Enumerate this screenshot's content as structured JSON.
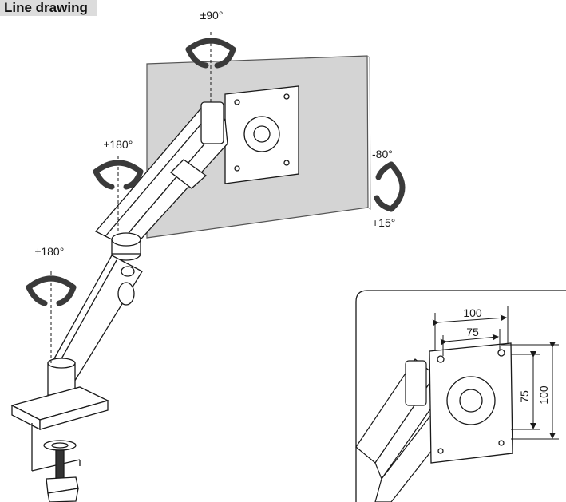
{
  "header": {
    "title": "Line drawing"
  },
  "rotations": {
    "monitor_swivel": "±90°",
    "arm_swivel": "±180°",
    "base_swivel": "±180°",
    "tilt_back": "-80°",
    "tilt_forward": "+15°"
  },
  "vesa": {
    "outer_width": "100",
    "inner_width": "75",
    "inner_height": "75",
    "outer_height": "100"
  },
  "colors": {
    "panel": "#d4d4d4",
    "arrow": "#3a3a3a",
    "line": "#1a1a1a"
  }
}
